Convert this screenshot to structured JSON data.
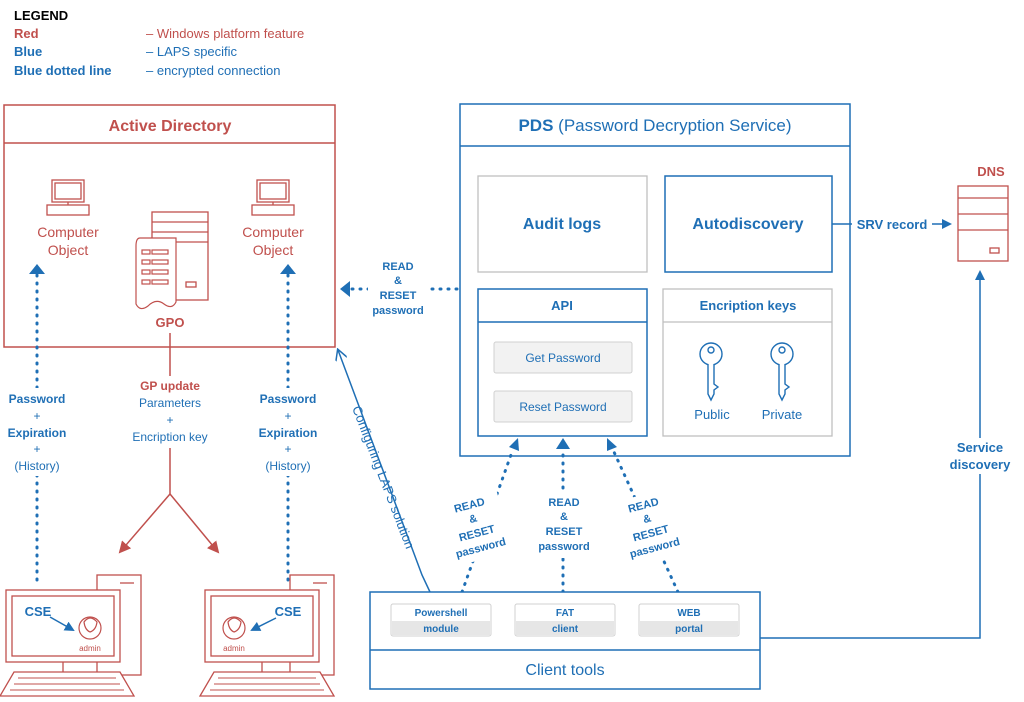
{
  "legend": {
    "title": "LEGEND",
    "red_label": "Red",
    "red_desc": "– Windows platform feature",
    "blue_label": "Blue",
    "blue_desc": "– LAPS specific",
    "dotted_label": "Blue dotted line",
    "dotted_desc": "– encrypted connection"
  },
  "active_directory": {
    "title": "Active Directory",
    "computer_object_line1": "Computer",
    "computer_object_line2": "Object",
    "gpo": "GPO"
  },
  "left_flow": {
    "line1": "Password",
    "line2": "+",
    "line3": "Expiration",
    "line4": "+",
    "line5": "(History)"
  },
  "gp_update": {
    "title": "GP update",
    "line2": "Parameters",
    "line3": "+",
    "line4": "Encription key"
  },
  "pds": {
    "title_bold": "PDS",
    "title_rest": " (Password Decryption Service)",
    "audit_logs": "Audit logs",
    "autodiscovery": "Autodiscovery",
    "api": "API",
    "get_password": "Get Password",
    "reset_password": "Reset Password",
    "encryption_keys": "Encription keys",
    "public": "Public",
    "private": "Private"
  },
  "read_reset": {
    "line1": "READ",
    "line2": "&",
    "line3": "RESET",
    "line4": "password"
  },
  "srv_record": "SRV record",
  "dns": "DNS",
  "service_discovery": {
    "line1": "Service",
    "line2": "discovery"
  },
  "configuring": "Configuring LAPS solution",
  "cse": "CSE",
  "admin": "admin",
  "client_tools": {
    "title": "Client tools",
    "powershell_top": "Powershell",
    "powershell_bottom": "module",
    "fat_top": "FAT",
    "fat_bottom": "client",
    "web_top": "WEB",
    "web_bottom": "portal"
  },
  "colors": {
    "red": "#c0504d",
    "blue": "#1f6fb5",
    "gray": "#bfbfbf"
  }
}
